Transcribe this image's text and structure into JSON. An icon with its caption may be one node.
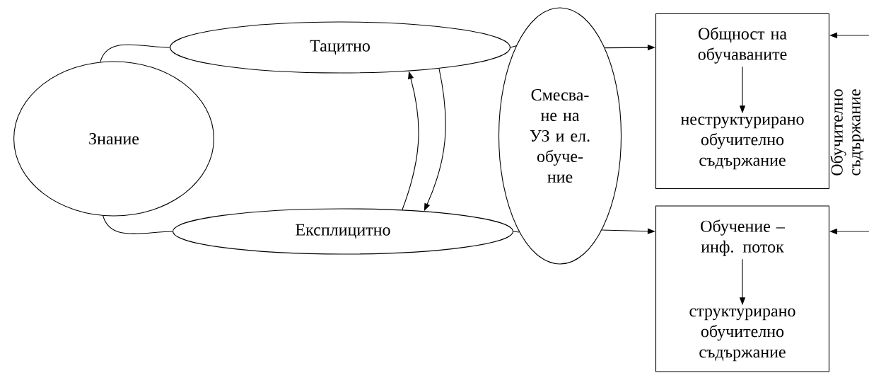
{
  "diagram": {
    "nodes": [
      {
        "text": [
          "Знание"
        ]
      },
      {
        "text": [
          "Тацитно"
        ]
      },
      {
        "text": [
          "Експлицитно"
        ]
      },
      {
        "text": [
          "Смесва- не на УЗ и ел. обуче- ние"
        ]
      },
      {
        "text": [],
        "shape": "box"
      },
      {
        "text": [
          "Общност на обучаваните"
        ],
        "in": 4
      },
      {
        "text": [
          "неструктурирано обучително съдържание"
        ],
        "in": 4
      },
      {
        "text": [],
        "shape": "box"
      },
      {
        "text": [
          "Обучение – инф. поток"
        ],
        "in": 7
      },
      {
        "text": [
          "структурирано обучително съдържание"
        ],
        "in": 7
      }
    ],
    "edges": [
      {
        "from": 0,
        "to": 1,
        "arrow": "none"
      },
      {
        "from": 0,
        "to": 2,
        "arrow": "none"
      },
      {
        "from": 2,
        "to": 1,
        "arrow": "to"
      },
      {
        "from": 1,
        "to": 2,
        "arrow": "to"
      },
      {
        "from": 1,
        "to": 3,
        "arrow": "none"
      },
      {
        "from": 3,
        "to": 4,
        "arrow": "to"
      },
      {
        "from": 2,
        "to": 3,
        "arrow": "none"
      },
      {
        "from": 3,
        "to": 7,
        "arrow": "to"
      },
      {
        "from": 5,
        "to": 6,
        "arrow": "to"
      },
      {
        "from": 8,
        "to": 9,
        "arrow": "to"
      },
      {
        "from": null,
        "to": 4,
        "arrow": "to"
      },
      {
        "from": null,
        "to": 7,
        "arrow": "to"
      }
    ],
    "labels": [
      "Обучително съдържание"
    ]
  }
}
